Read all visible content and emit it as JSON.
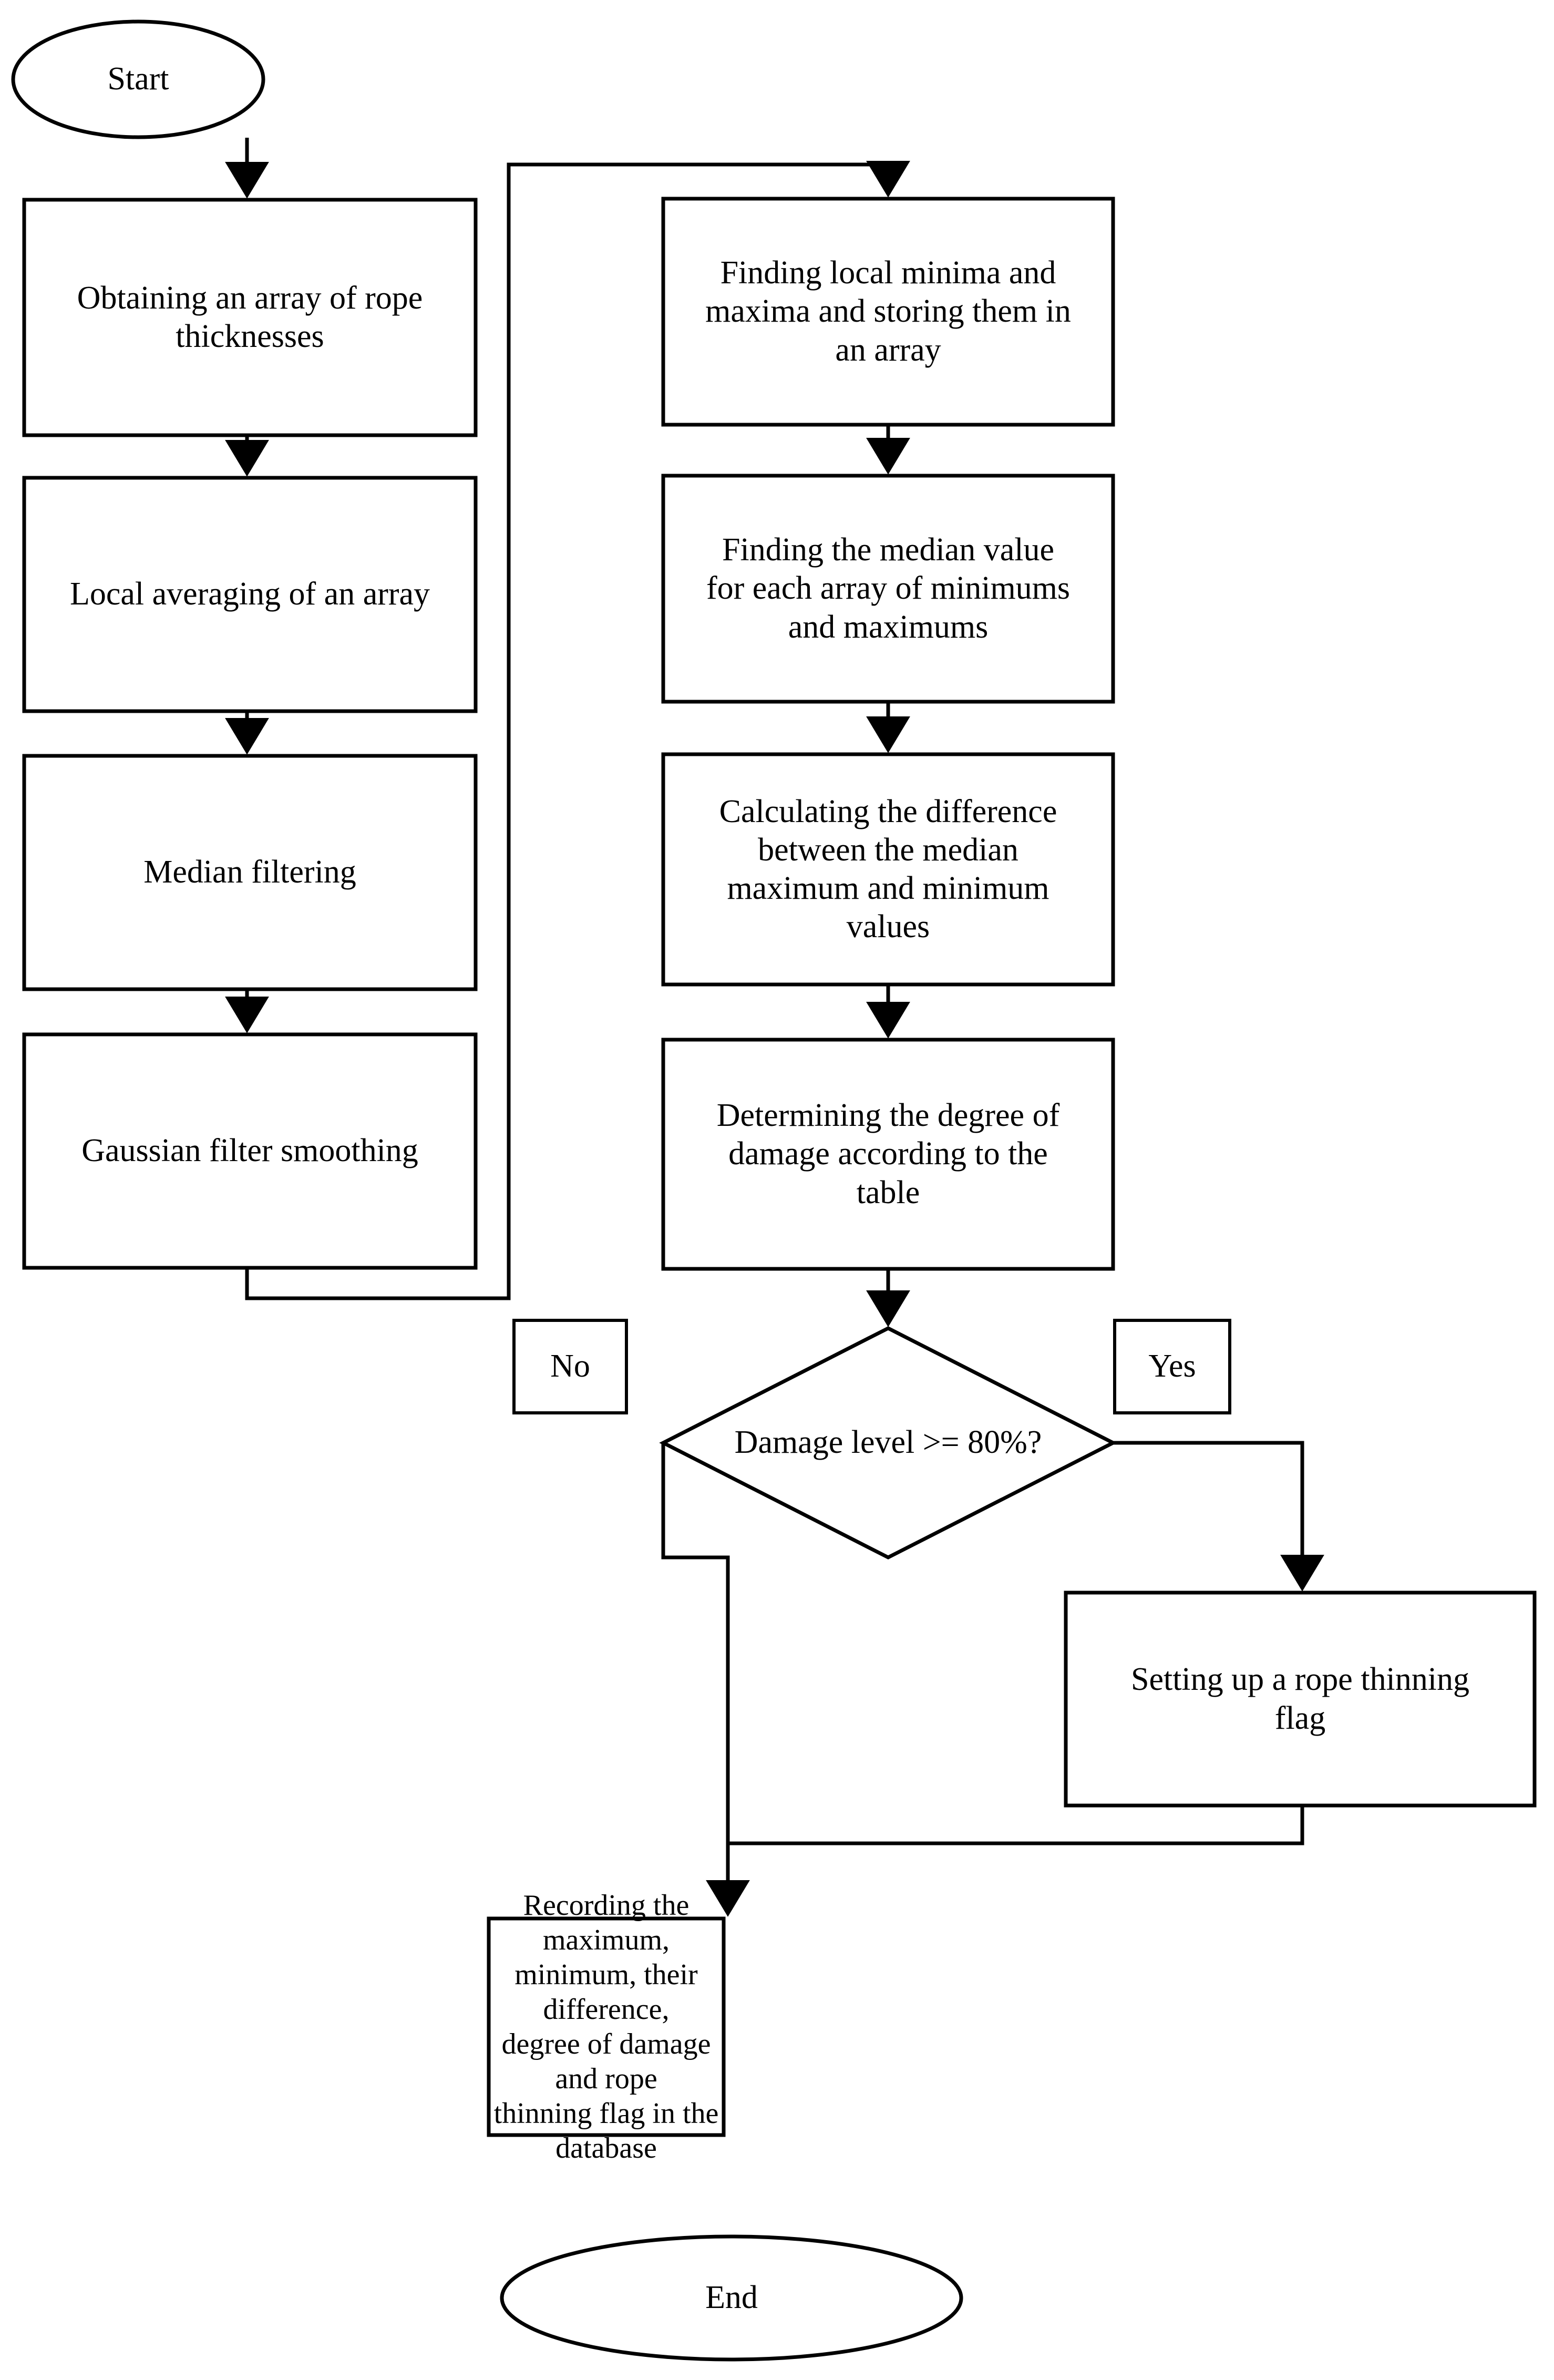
{
  "diagram": {
    "title": "Rope thickness damage-assessment flowchart",
    "stroke_color": "#000000",
    "fill_color": "#ffffff",
    "background": "#ffffff",
    "orientation": "top-to-bottom, two columns"
  },
  "nodes": {
    "start": {
      "shape": "ellipse",
      "label": "Start"
    },
    "obtaining": {
      "shape": "process",
      "label": "Obtaining an array of rope\nthicknesses"
    },
    "local_averaging": {
      "shape": "process",
      "label": "Local averaging of an array"
    },
    "median_filtering": {
      "shape": "process",
      "label": "Median filtering"
    },
    "gaussian": {
      "shape": "process",
      "label": "Gaussian filter smoothing"
    },
    "find_extrema": {
      "shape": "process",
      "label": "Finding local minima and\nmaxima and storing them in\nan array"
    },
    "find_median": {
      "shape": "process",
      "label": "Finding the median value\nfor each array of minimums\nand maximums"
    },
    "calc_difference": {
      "shape": "process",
      "label": "Calculating the difference\nbetween the median\nmaximum and minimum\nvalues"
    },
    "determine_degree": {
      "shape": "process",
      "label": "Determining the degree of\ndamage according to the\ntable"
    },
    "decision": {
      "shape": "diamond",
      "label": "Damage level >= 80%?"
    },
    "set_flag": {
      "shape": "process",
      "label": "Setting up a rope thinning\nflag"
    },
    "recording": {
      "shape": "process",
      "label": "Recording the maximum,\nminimum, their difference,\ndegree of damage and rope\nthinning flag in the database"
    },
    "end": {
      "shape": "ellipse",
      "label": "End"
    }
  },
  "branch_labels": {
    "no": "No",
    "yes": "Yes"
  },
  "edges": [
    {
      "from": "start",
      "to": "obtaining",
      "label": ""
    },
    {
      "from": "obtaining",
      "to": "local_averaging",
      "label": ""
    },
    {
      "from": "local_averaging",
      "to": "median_filtering",
      "label": ""
    },
    {
      "from": "median_filtering",
      "to": "gaussian",
      "label": ""
    },
    {
      "from": "gaussian",
      "to": "find_extrema",
      "label": ""
    },
    {
      "from": "find_extrema",
      "to": "find_median",
      "label": ""
    },
    {
      "from": "find_median",
      "to": "calc_difference",
      "label": ""
    },
    {
      "from": "calc_difference",
      "to": "determine_degree",
      "label": ""
    },
    {
      "from": "determine_degree",
      "to": "decision",
      "label": ""
    },
    {
      "from": "decision",
      "to": "set_flag",
      "label": "Yes"
    },
    {
      "from": "decision",
      "to": "recording",
      "label": "No"
    },
    {
      "from": "set_flag",
      "to": "recording",
      "label": ""
    },
    {
      "from": "recording",
      "to": "end",
      "label": ""
    }
  ]
}
